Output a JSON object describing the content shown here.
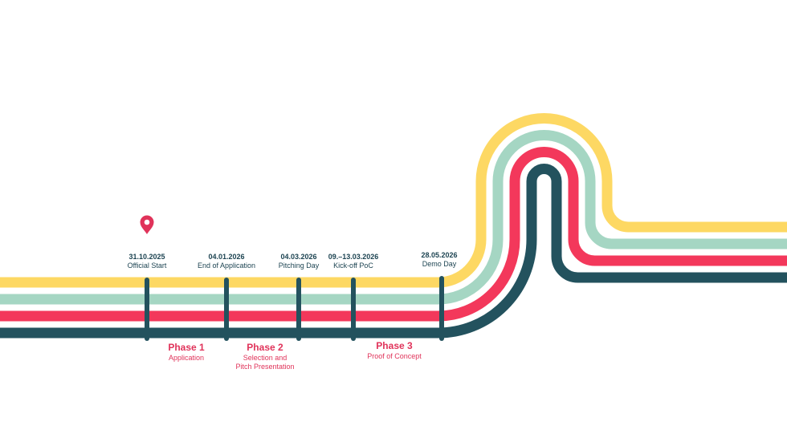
{
  "colors": {
    "yellow": "#fdd863",
    "mint": "#a5d6c3",
    "red": "#f3385b",
    "teal": "#23525e",
    "text_dark": "#1d4452",
    "accent": "#e0335a"
  },
  "milestones": [
    {
      "date": "31.10.2025",
      "label": "Official Start"
    },
    {
      "date": "04.01.2026",
      "label": "End of Application"
    },
    {
      "date": "04.03.2026",
      "label": "Pitching Day"
    },
    {
      "date": "09.–13.03.2026",
      "label": "Kick-off PoC"
    },
    {
      "date": "28.05.2026",
      "label": "Demo Day"
    }
  ],
  "phases": [
    {
      "name": "Phase 1",
      "desc": [
        "Application"
      ]
    },
    {
      "name": "Phase 2",
      "desc": [
        "Selection and",
        "Pitch Presentation"
      ]
    },
    {
      "name": "Phase 3",
      "desc": [
        "Proof of Concept"
      ]
    }
  ],
  "icons": {
    "start_marker": "map-pin-icon"
  }
}
